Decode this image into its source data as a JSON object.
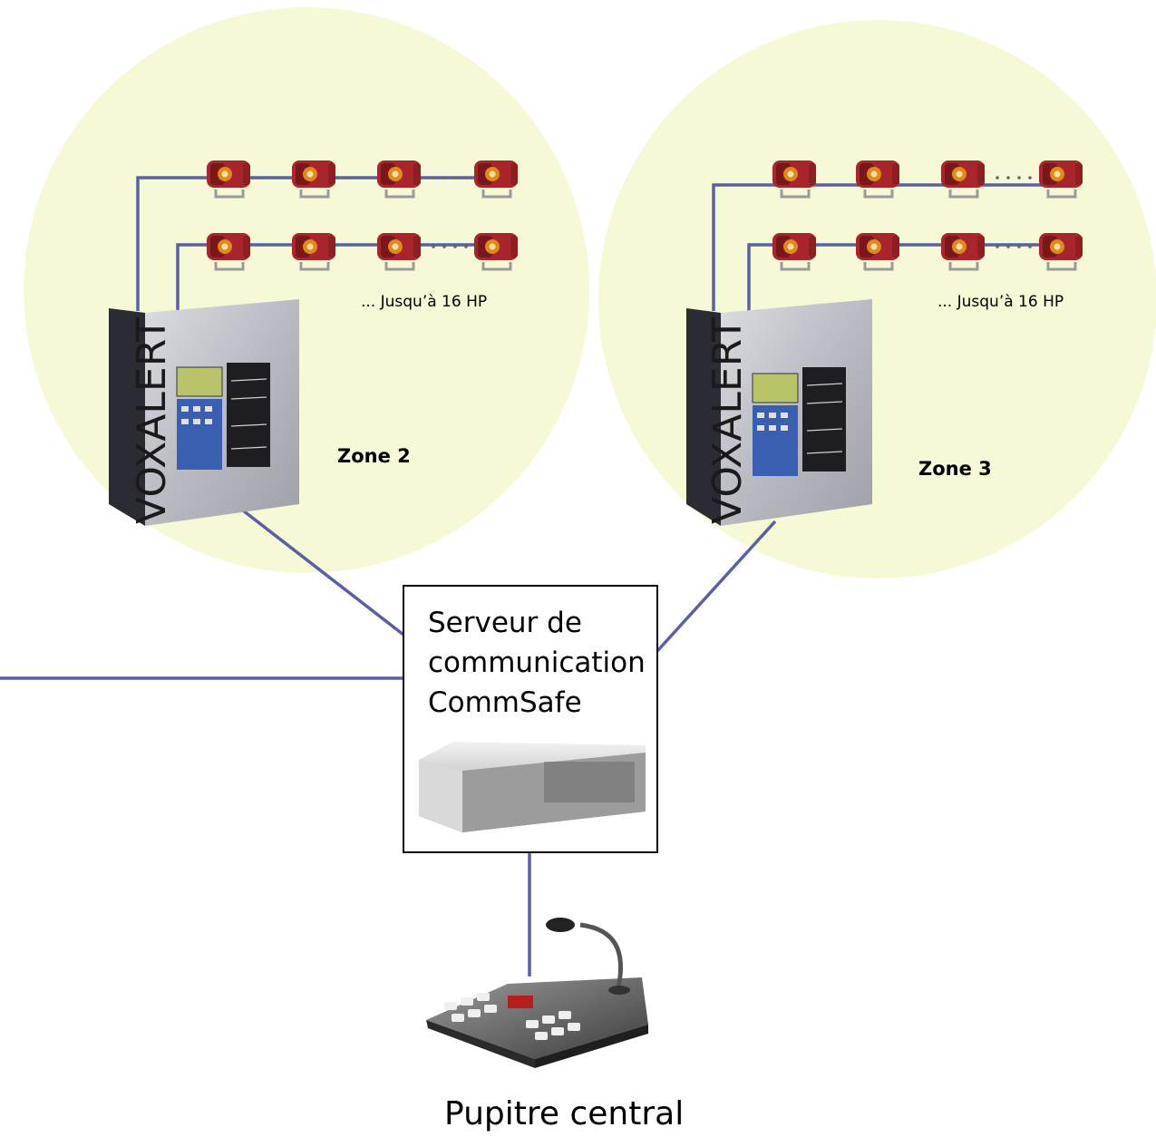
{
  "zones": [
    {
      "id": "zone2",
      "label": "Zone 2",
      "note": "... Jusqu’à 16 HP",
      "cabinet_brand": "VOXALERT"
    },
    {
      "id": "zone3",
      "label": "Zone 3",
      "note": "... Jusqu’à 16 HP",
      "cabinet_brand": "VOXALERT"
    }
  ],
  "server": {
    "lines": [
      "Serveur de",
      "communication",
      "CommSafe"
    ]
  },
  "console": {
    "label": "Pupitre central"
  },
  "colors": {
    "zone_fill": "#f6f9d5",
    "wire": "#5a5fa6",
    "speaker_body": "#a8262b",
    "speaker_lens": "#e08a1c",
    "cabinet_front": "#c5c6cc",
    "cabinet_side": "#2b2b33"
  },
  "icons": {
    "speaker": "siren-speaker-icon",
    "cabinet": "voxalert-cabinet-icon",
    "server": "rack-server-icon",
    "console": "microphone-console-icon"
  }
}
